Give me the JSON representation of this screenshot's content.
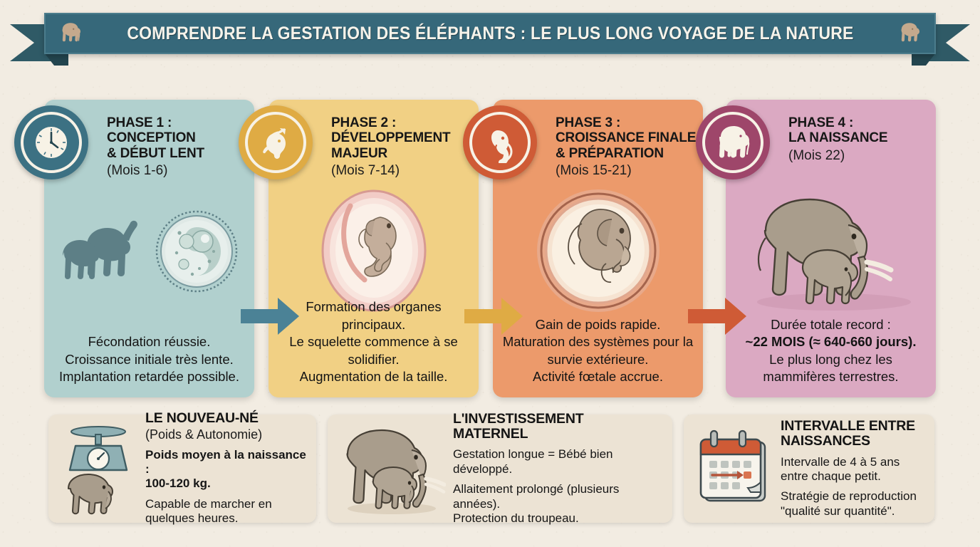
{
  "banner": {
    "title": "COMPRENDRE LA GESTATION DES ÉLÉPHANTS : LE PLUS LONG VOYAGE DE LA NATURE",
    "left_icon": "elephant-icon",
    "right_icon": "elephant-icon",
    "color": "#36687a"
  },
  "phases": [
    {
      "title": "PHASE 1 :\nCONCEPTION\n& DÉBUT LENT",
      "months": "(Mois 1-6)",
      "icon": "clock-icon",
      "art": "elephant-pair-and-fertilized-egg-illustration",
      "text": "Fécondation réussie.\nCroissance initiale très lente.\nImplantation retardée possible.",
      "card_color": "#b1d0ce",
      "badge_color": "#3c7183",
      "arrow_color": "#4b8296"
    },
    {
      "title": "PHASE 2 :\nDÉVELOPPEMENT\nMAJEUR",
      "months": "(Mois 7-14)",
      "icon": "fetus-growth-icon",
      "art": "fetus-in-amniotic-sac-illustration",
      "text": "Formation des organes principaux.\nLe squelette commence à se solidifier.\nAugmentation de la taille.",
      "card_color": "#f1d084",
      "badge_color": "#dfab44",
      "arrow_color": "#dfab44"
    },
    {
      "title": "PHASE 3 :\nCROISSANCE FINALE\n& PRÉPARATION",
      "months": "(Mois 15-21)",
      "icon": "fetus-icon",
      "art": "large-fetus-in-amniotic-sac-illustration",
      "text": "Gain de poids rapide.\nMaturation des systèmes pour la survie extérieure.\nActivité fœtale accrue.",
      "card_color": "#ec9a6b",
      "badge_color": "#cf5b36",
      "arrow_color": "#cf5b36"
    },
    {
      "title": "PHASE 4 :\nLA NAISSANCE",
      "months": "(Mois 22)",
      "icon": "mother-and-calf-icon",
      "art": "mother-elephant-with-calf-illustration",
      "text_lines": [
        {
          "text": "Durée totale record :",
          "bold": false
        },
        {
          "text": "~22 MOIS (≈ 640-660 jours).",
          "bold": true
        },
        {
          "text": "Le plus long chez les mammifères terrestres.",
          "bold": false
        }
      ],
      "card_color": "#dba9c2",
      "badge_color": "#9e466a"
    }
  ],
  "info_cards": [
    {
      "title": "LE NOUVEAU-NÉ",
      "subtitle": "(Poids & Autonomie)",
      "icon": "weighing-scale-icon",
      "art": "baby-elephant-illustration",
      "lines": [
        {
          "text": "Poids moyen à la naissance :\n100-120 kg.",
          "bold": true
        },
        {
          "text": "Capable de marcher en quelques heures.",
          "bold": false
        }
      ]
    },
    {
      "title": "L'INVESTISSEMENT\nMATERNEL",
      "subtitle": "",
      "icon": "",
      "art": "mother-elephant-with-calf-illustration",
      "lines": [
        {
          "text": "Gestation longue = Bébé bien développé.",
          "bold": false
        },
        {
          "text": "Allaitement prolongé (plusieurs années).\nProtection du troupeau.",
          "bold": false
        }
      ]
    },
    {
      "title": "INTERVALLE ENTRE\nNAISSANCES",
      "subtitle": "",
      "icon": "calendar-icon",
      "art": "",
      "lines": [
        {
          "text": "Intervalle de 4 à 5 ans entre chaque petit.",
          "bold": false
        },
        {
          "text": "Stratégie de reproduction \"qualité sur quantité\".",
          "bold": false
        }
      ]
    }
  ]
}
